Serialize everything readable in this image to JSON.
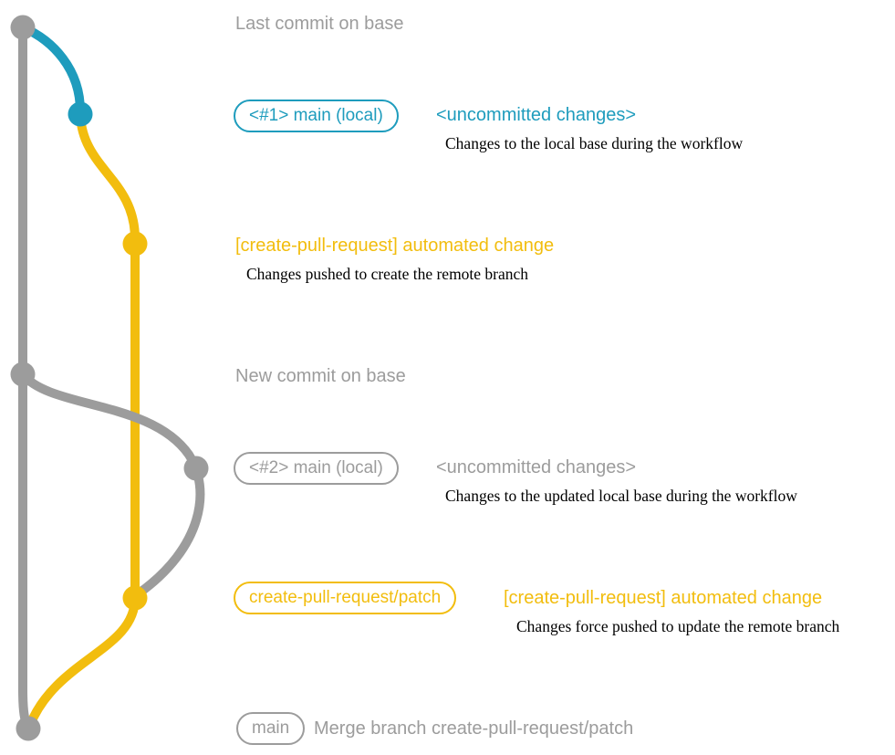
{
  "colors": {
    "gray": "#9c9c9c",
    "teal": "#1e9cbd",
    "yellow": "#f2bd0e",
    "ink": "#000000",
    "background": "#ffffff"
  },
  "graph": {
    "commit_dots": [
      "last-commit-on-base",
      "main-local-1-uncommitted",
      "automated-change-1",
      "new-commit-on-base",
      "main-local-2-uncommitted",
      "automated-change-2",
      "merge-commit"
    ]
  },
  "annotations": {
    "last_commit_label": "Last commit on base",
    "branch1": {
      "box_label": "<#1> main (local)",
      "status": "<uncommitted changes>",
      "description": "Changes to the local base during the workflow"
    },
    "automated1": {
      "label": "[create-pull-request] automated change",
      "description": "Changes pushed to create the remote branch"
    },
    "new_commit_label": "New commit on base",
    "branch2": {
      "box_label": "<#2> main (local)",
      "status": "<uncommitted changes>",
      "description": "Changes to the updated local base during the workflow"
    },
    "patch_branch": {
      "box_label": "create-pull-request/patch",
      "label": "[create-pull-request] automated change",
      "description": "Changes force pushed to update the remote branch"
    },
    "merge": {
      "box_label": "main",
      "description": "Merge branch create-pull-request/patch"
    }
  }
}
